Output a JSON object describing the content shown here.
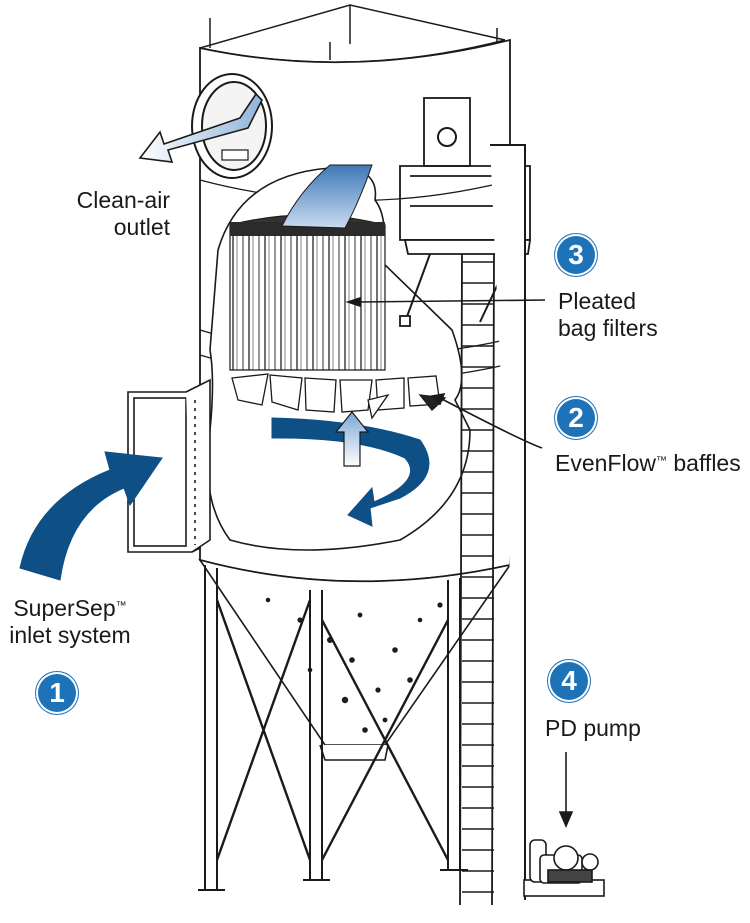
{
  "colors": {
    "accent_blue": "#1e73b8",
    "arrow_dark_blue": "#0e4f86",
    "arrow_light_blue": "#8fb4d9",
    "line": "#1a1a1a"
  },
  "labels": {
    "clean_air_line1": "Clean-air",
    "clean_air_line2": "outlet",
    "pleated_line1": "Pleated",
    "pleated_line2": "bag filters",
    "evenflow_name": "EvenFlow",
    "evenflow_tm": "™",
    "evenflow_suffix": " baffles",
    "supersep_name": "SuperSep",
    "supersep_tm": "™",
    "supersep_line2": "inlet system",
    "pd_pump": "PD pump"
  },
  "badges": {
    "b1": "1",
    "b2": "2",
    "b3": "3",
    "b4": "4"
  }
}
